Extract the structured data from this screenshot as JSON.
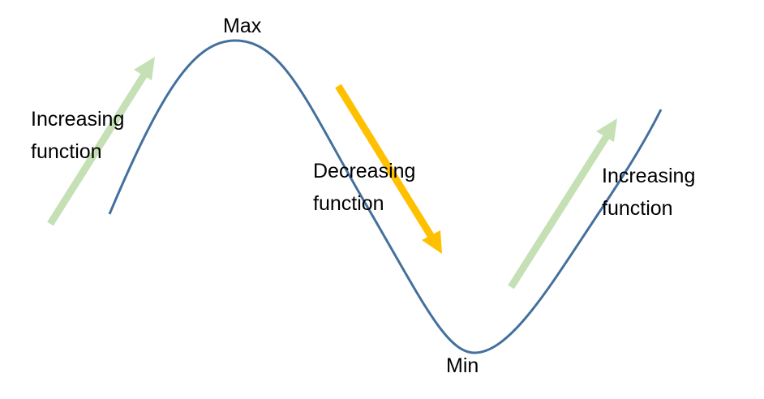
{
  "labels": {
    "max": "Max",
    "min": "Min",
    "increasing_left": [
      "Increasing",
      "function"
    ],
    "decreasing": [
      "Decreasing",
      "function"
    ],
    "increasing_right": [
      "Increasing",
      "function"
    ]
  },
  "colors": {
    "curve": "#44709e",
    "increasing_arrow": "#c5e0b4",
    "decreasing_arrow": "#ffc000"
  }
}
